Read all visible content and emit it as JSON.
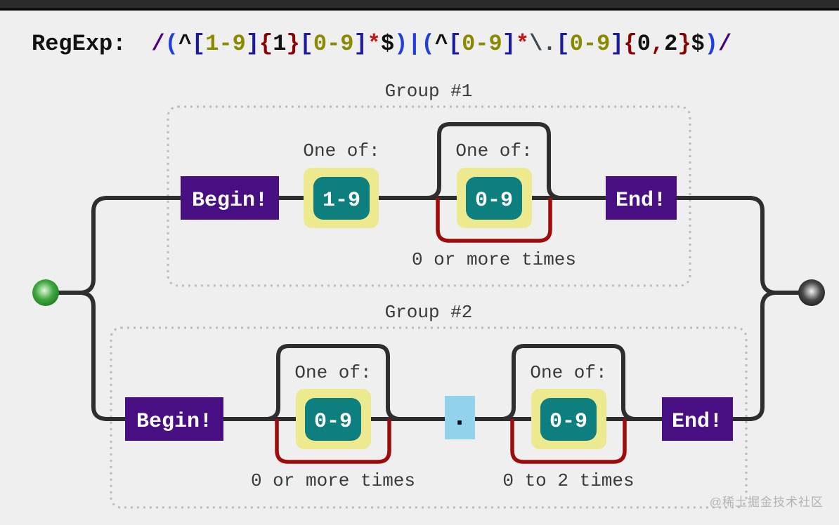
{
  "header": {
    "label": "RegExp:",
    "pattern": "/(^[1-9]{1}[0-9]*$)|(^[0-9]*\\.[0-9]{0,2}$)/",
    "tokens": [
      {
        "text": "/",
        "type": "delim"
      },
      {
        "text": "(",
        "type": "paren"
      },
      {
        "text": "^",
        "type": "plain"
      },
      {
        "text": "[",
        "type": "bracket"
      },
      {
        "text": "1-9",
        "type": "range"
      },
      {
        "text": "]",
        "type": "bracket"
      },
      {
        "text": "{",
        "type": "brace"
      },
      {
        "text": "1",
        "type": "plain"
      },
      {
        "text": "}",
        "type": "brace"
      },
      {
        "text": "[",
        "type": "bracket"
      },
      {
        "text": "0-9",
        "type": "range"
      },
      {
        "text": "]",
        "type": "bracket"
      },
      {
        "text": "*",
        "type": "star"
      },
      {
        "text": "$",
        "type": "plain"
      },
      {
        "text": ")",
        "type": "paren"
      },
      {
        "text": "|",
        "type": "paren"
      },
      {
        "text": "(",
        "type": "paren"
      },
      {
        "text": "^",
        "type": "plain"
      },
      {
        "text": "[",
        "type": "bracket"
      },
      {
        "text": "0-9",
        "type": "range"
      },
      {
        "text": "]",
        "type": "bracket"
      },
      {
        "text": "*",
        "type": "star"
      },
      {
        "text": "\\.",
        "type": "esc"
      },
      {
        "text": "[",
        "type": "bracket"
      },
      {
        "text": "0-9",
        "type": "range"
      },
      {
        "text": "]",
        "type": "bracket"
      },
      {
        "text": "{",
        "type": "brace"
      },
      {
        "text": "0",
        "type": "plain"
      },
      {
        "text": ",",
        "type": "brace"
      },
      {
        "text": "2",
        "type": "plain"
      },
      {
        "text": "}",
        "type": "brace"
      },
      {
        "text": "$",
        "type": "plain"
      },
      {
        "text": ")",
        "type": "paren"
      },
      {
        "text": "/",
        "type": "delim"
      }
    ]
  },
  "diagram": {
    "start_icon": "start-dot",
    "end_icon": "end-dot",
    "groups": [
      {
        "title": "Group #1",
        "begin_label": "Begin!",
        "end_label": "End!",
        "elements": [
          {
            "type": "charset",
            "label": "One of:",
            "value": "1-9"
          },
          {
            "type": "charset",
            "label": "One of:",
            "value": "0-9",
            "repeat_label": "0 or more times"
          }
        ]
      },
      {
        "title": "Group #2",
        "begin_label": "Begin!",
        "end_label": "End!",
        "elements": [
          {
            "type": "charset",
            "label": "One of:",
            "value": "0-9",
            "repeat_label": "0 or more times"
          },
          {
            "type": "literal",
            "value": "."
          },
          {
            "type": "charset",
            "label": "One of:",
            "value": "0-9",
            "repeat_label": "0 to 2 times"
          }
        ]
      }
    ]
  },
  "watermark": "@稀土掘金技术社区",
  "colors": {
    "background": "#efefef",
    "top_bar": "#2b2b2b",
    "node_purple": "#470f82",
    "charset_teal": "#0d7f7f",
    "charset_halo_yellow": "#ece98e",
    "literal_blue": "#93d2ed",
    "repeat_loop_red": "#9e0b0b",
    "rail_dark": "#2e2e2e",
    "group_border": "#bcbcbc",
    "label_gray": "#3a3a3a",
    "start_dot_green": "#2f9e2f",
    "end_dot_black": "#000000"
  }
}
